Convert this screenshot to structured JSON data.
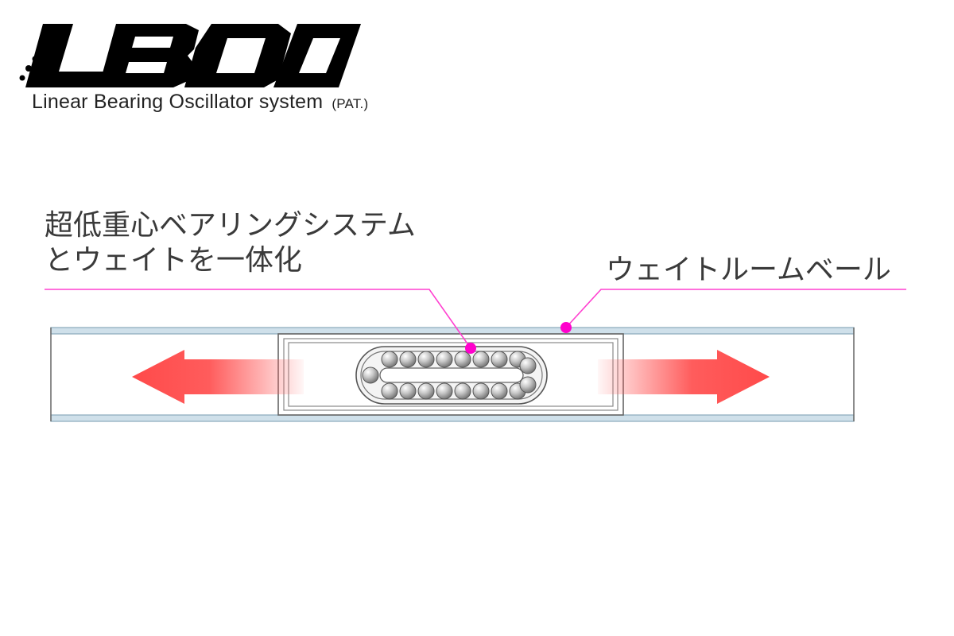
{
  "logo": {
    "wordmark": "LBOO",
    "subtitle": "Linear Bearing Oscillator system",
    "patent": "(PAT.)"
  },
  "callouts": {
    "bearing_system_line1": "超低重心ベアリングシステム",
    "bearing_system_line2": "とウェイトを一体化",
    "weight_room_wall": "ウェイトルームベール"
  },
  "diagram": {
    "bearing_balls_top_row": 8,
    "bearing_balls_bottom_row": 8,
    "colors": {
      "leader_line": "#ff40d0",
      "leader_dot": "#ff00cc",
      "arrow": "#ff4040",
      "tube_edge": "#a9c7d8",
      "tube_outline": "#555555"
    }
  }
}
